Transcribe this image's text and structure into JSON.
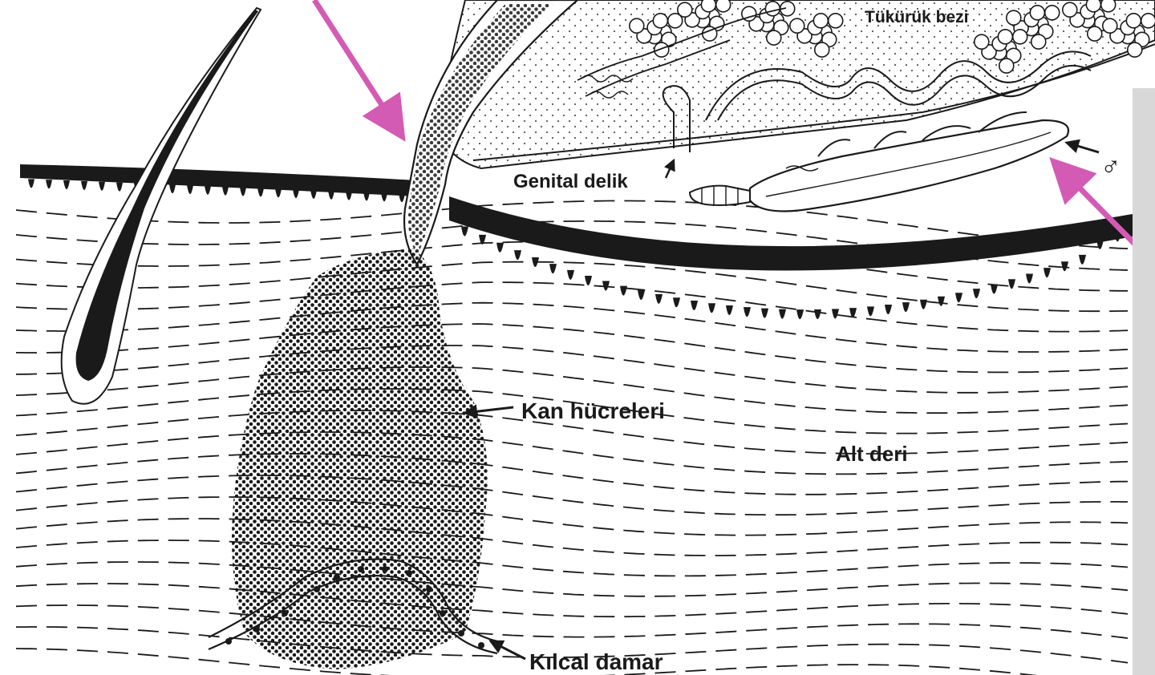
{
  "labels": {
    "salivary_gland": "Tükürük bezi",
    "genital_opening": "Genital delik",
    "male_symbol": "♂",
    "blood_cells": "Kan hücreleri",
    "subcutis": "Alt deri",
    "capillary": "Kılcal damar"
  },
  "colors": {
    "ink": "#1a1a1a",
    "arrow_highlight": "#d35bb4",
    "paper": "#ffffff",
    "body_fill": "#f4f4f4"
  }
}
